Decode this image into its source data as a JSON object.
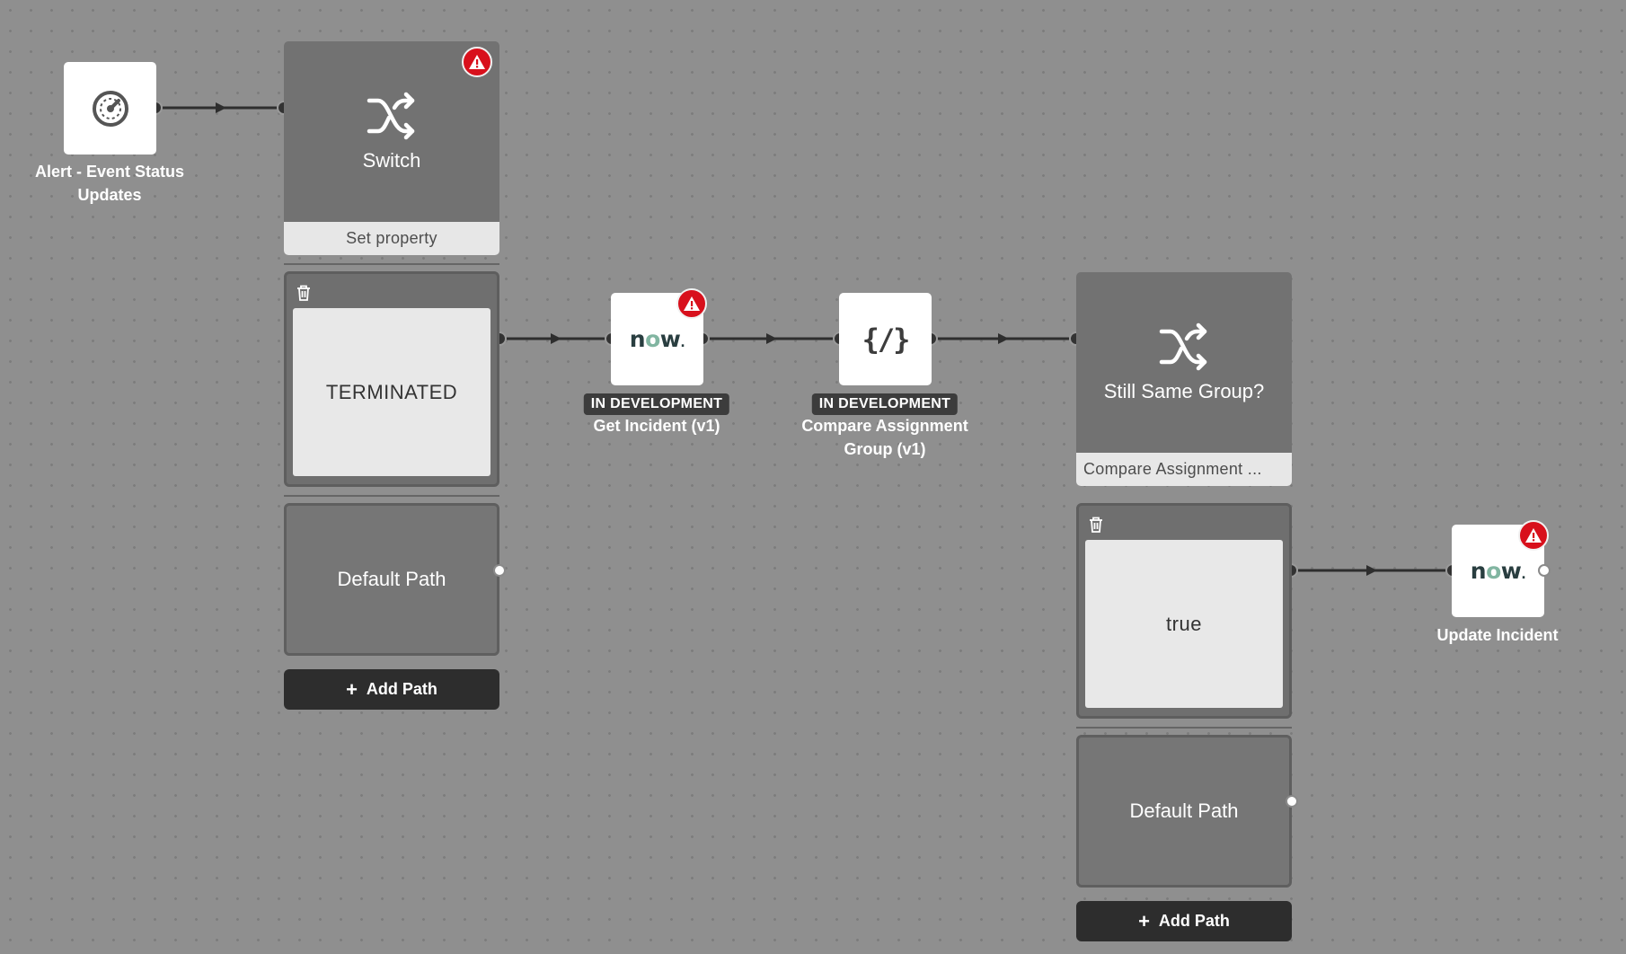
{
  "canvas": {
    "trigger": {
      "label": "Alert - Event Status Updates",
      "icon": "gauge-icon"
    },
    "switch1": {
      "title": "Switch",
      "subtitle": "Set property",
      "has_warning": true,
      "paths": [
        {
          "label": "TERMINATED"
        }
      ],
      "default_path": "Default Path",
      "add_path": "Add Path"
    },
    "actions": [
      {
        "status": "IN DEVELOPMENT",
        "label": "Get Incident (v1)",
        "icon": "servicenow-logo",
        "has_warning": true
      },
      {
        "status": "IN DEVELOPMENT",
        "label": "Compare Assignment Group (v1)",
        "icon": "code-script-icon",
        "has_warning": false
      }
    ],
    "switch2": {
      "title": "Still Same Group?",
      "subtitle": "Compare Assignment ...",
      "paths": [
        {
          "label": "true"
        }
      ],
      "default_path": "Default Path",
      "add_path": "Add Path"
    },
    "update_action": {
      "label": "Update Incident",
      "icon": "servicenow-logo",
      "has_warning": true
    },
    "logo_text": "now"
  },
  "colors": {
    "canvas_bg": "#8f8f8f",
    "warning": "#d8101c",
    "connector": "#3a3a3a",
    "add_path_bg": "#2d2d2d"
  }
}
